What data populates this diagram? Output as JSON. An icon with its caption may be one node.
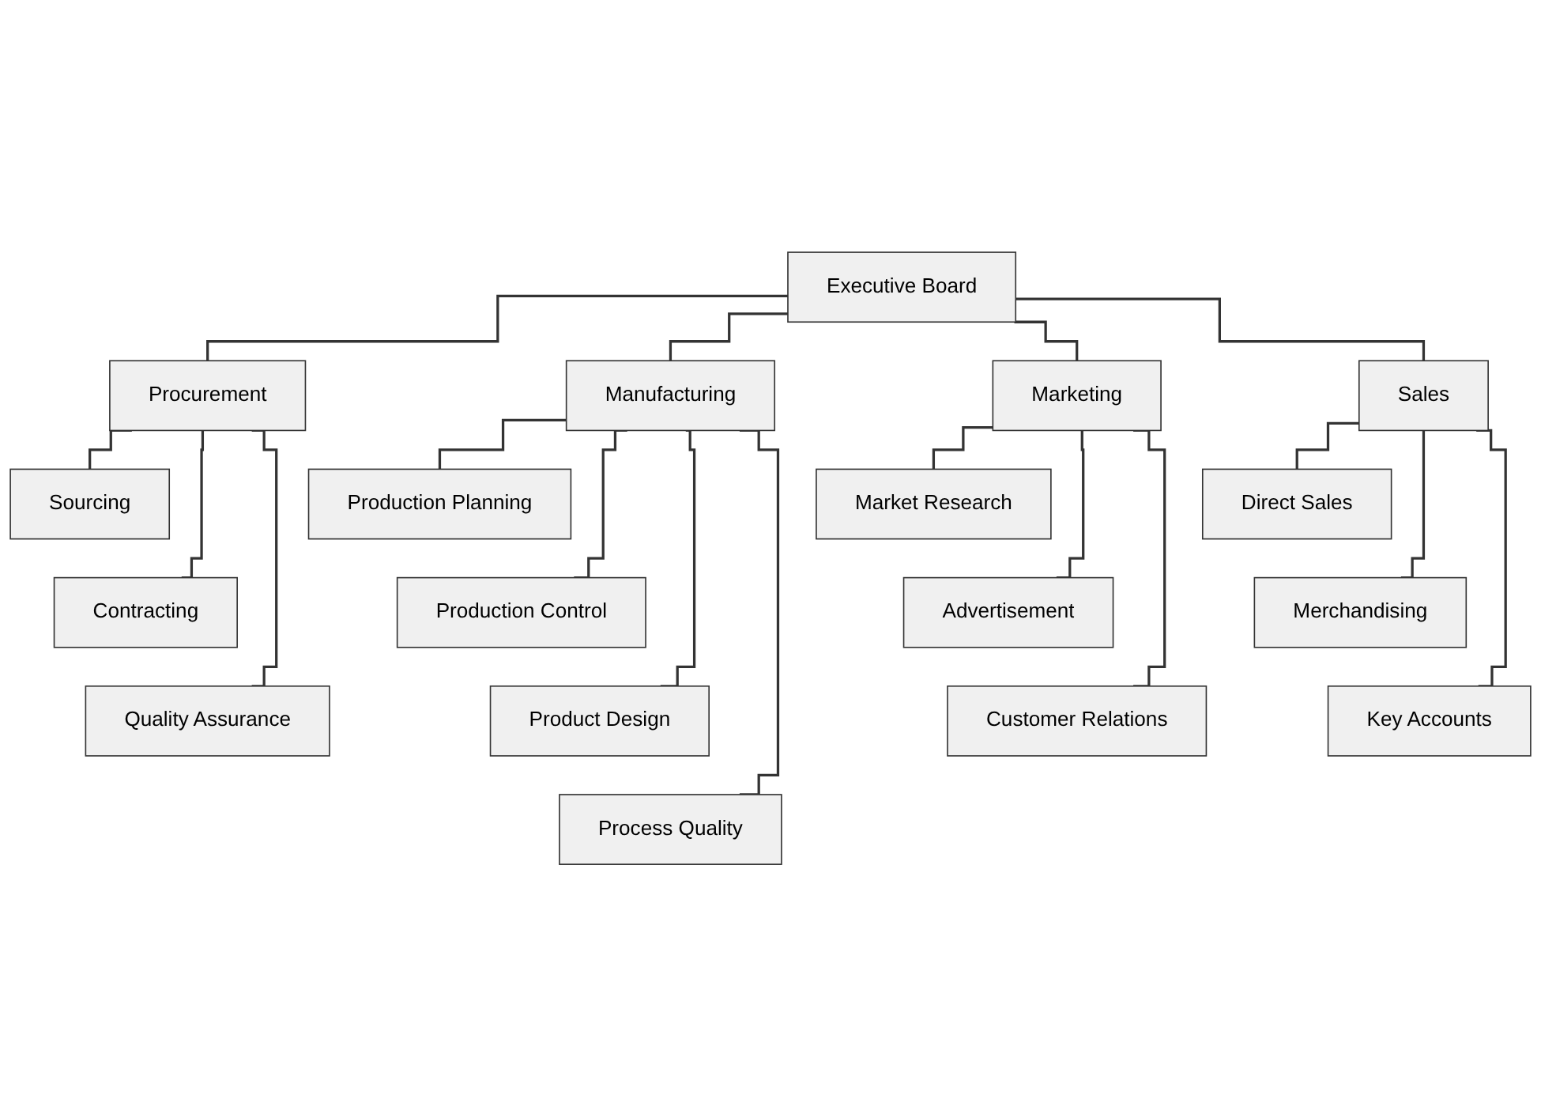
{
  "diagram": {
    "nodes": [
      {
        "text": [
          "Executive Board"
        ]
      },
      {
        "text": [
          "Procurement"
        ]
      },
      {
        "text": [
          "Manufacturing"
        ]
      },
      {
        "text": [
          "Marketing"
        ]
      },
      {
        "text": [
          "Sales"
        ]
      },
      {
        "text": [
          "Sourcing"
        ]
      },
      {
        "text": [
          "Contracting"
        ]
      },
      {
        "text": [
          "Quality Assurance"
        ]
      },
      {
        "text": [
          "Production Planning"
        ]
      },
      {
        "text": [
          "Production Control"
        ]
      },
      {
        "text": [
          "Product Design"
        ]
      },
      {
        "text": [
          "Process Quality"
        ]
      },
      {
        "text": [
          "Market Research"
        ]
      },
      {
        "text": [
          "Advertisement"
        ]
      },
      {
        "text": [
          "Customer Relations"
        ]
      },
      {
        "text": [
          "Direct Sales"
        ]
      },
      {
        "text": [
          "Merchandising"
        ]
      },
      {
        "text": [
          "Key Accounts"
        ]
      }
    ],
    "edges": [
      {
        "from": 0,
        "to": 1,
        "arrow": "none"
      },
      {
        "from": 0,
        "to": 2,
        "arrow": "none"
      },
      {
        "from": 0,
        "to": 3,
        "arrow": "none"
      },
      {
        "from": 0,
        "to": 4,
        "arrow": "none"
      },
      {
        "from": 1,
        "to": 5,
        "arrow": "none"
      },
      {
        "from": 1,
        "to": 6,
        "arrow": "none"
      },
      {
        "from": 1,
        "to": 7,
        "arrow": "none"
      },
      {
        "from": 2,
        "to": 8,
        "arrow": "none"
      },
      {
        "from": 2,
        "to": 9,
        "arrow": "none"
      },
      {
        "from": 2,
        "to": 10,
        "arrow": "none"
      },
      {
        "from": 2,
        "to": 11,
        "arrow": "none"
      },
      {
        "from": 3,
        "to": 12,
        "arrow": "none"
      },
      {
        "from": 3,
        "to": 13,
        "arrow": "none"
      },
      {
        "from": 3,
        "to": 14,
        "arrow": "none"
      },
      {
        "from": 4,
        "to": 15,
        "arrow": "none"
      },
      {
        "from": 4,
        "to": 16,
        "arrow": "none"
      },
      {
        "from": 4,
        "to": 17,
        "arrow": "none"
      }
    ]
  }
}
